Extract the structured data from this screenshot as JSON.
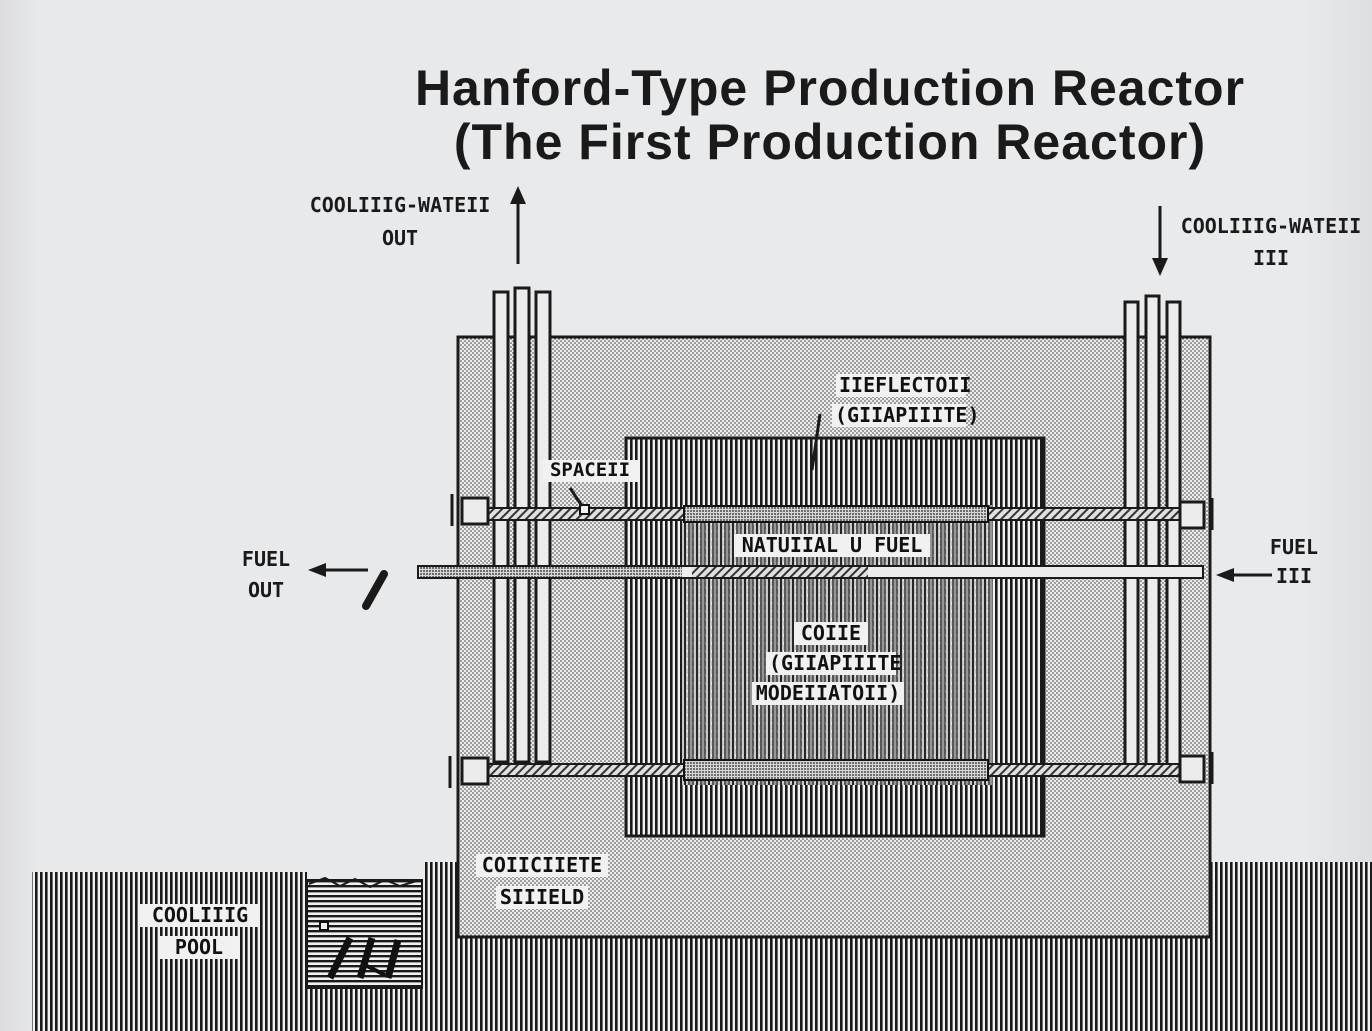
{
  "title": {
    "line1": "Hanford-Type Production Reactor",
    "line2": "(The First Production Reactor)"
  },
  "labels": {
    "cooling_water_out_1": "COOLIIIG-WATEII",
    "cooling_water_out_2": "OUT",
    "cooling_water_in_1": "COOLIIIG-WATEII",
    "cooling_water_in_2": "III",
    "reflector_1": "IIEFLECTOII",
    "reflector_2": "(GIIAPIIITE)",
    "spacer": "SPACEII",
    "natural_u_fuel": "NATUIIAL U FUEL",
    "core_1": "COIIE",
    "core_2": "(GIIAPIIITE",
    "core_3": "MODEIIATOII)",
    "fuel_out_1": "FUEL",
    "fuel_out_2": "OUT",
    "fuel_in_1": "FUEL",
    "fuel_in_2": "III",
    "concrete_1": "COIICIIETE",
    "concrete_2": "SIIIELD",
    "cooling_pool_1": "COOLIIIG",
    "cooling_pool_2": "POOL"
  },
  "colors": {
    "ink": "#1a1a1a",
    "paper": "#e8e9eb",
    "label_bg": "#f1f1f1"
  }
}
